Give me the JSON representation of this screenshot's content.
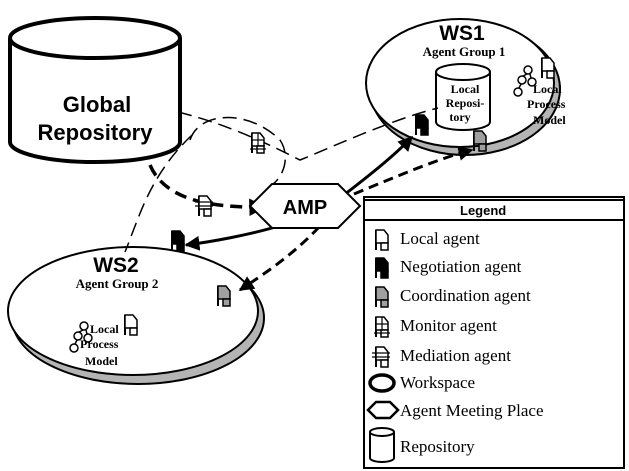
{
  "global_repository": {
    "line1": "Global",
    "line2": "Repository"
  },
  "amp": {
    "label": "AMP"
  },
  "ws1": {
    "title": "WS1",
    "group": "Agent Group 1",
    "local_repository": {
      "line1": "Local",
      "line2": "Reposi-",
      "line3": "tory"
    },
    "local_process_model": {
      "line1": "Local",
      "line2": "Process",
      "line3": "Model"
    }
  },
  "ws2": {
    "title": "WS2",
    "group": "Agent Group 2",
    "local_process_model": {
      "line1": "Local",
      "line2": "Process",
      "line3": "Model"
    }
  },
  "legend": {
    "title": "Legend",
    "items": [
      {
        "label": "Local agent",
        "icon": "local-agent-icon"
      },
      {
        "label": "Negotiation agent",
        "icon": "negotiation-agent-icon"
      },
      {
        "label": "Coordination agent",
        "icon": "coordination-agent-icon"
      },
      {
        "label": "Monitor agent",
        "icon": "monitor-agent-icon"
      },
      {
        "label": "Mediation agent",
        "icon": "mediation-agent-icon"
      },
      {
        "label": "Workspace",
        "icon": "workspace-icon"
      },
      {
        "label": "Agent Meeting Place",
        "icon": "agent-meeting-place-icon"
      },
      {
        "label": "Repository",
        "icon": "repository-icon"
      }
    ]
  },
  "colors": {
    "ink": "#000000",
    "gray_fill": "#a0a0a0",
    "shadow": "#b4b4b4",
    "paper": "#ffffff"
  }
}
